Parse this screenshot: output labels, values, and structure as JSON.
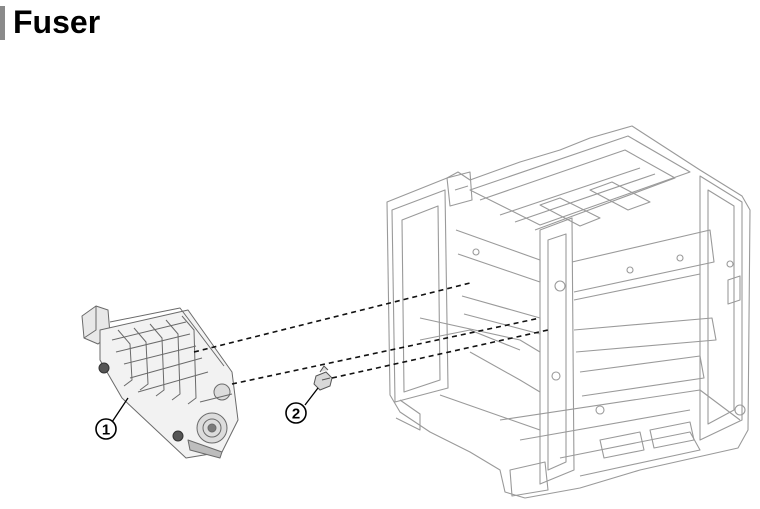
{
  "page": {
    "title": "Fuser",
    "title_bar_color": "#8a8a8a"
  },
  "diagram": {
    "callouts": [
      {
        "number": "1",
        "part": "fuser-unit"
      },
      {
        "number": "2",
        "part": "fuser-connector"
      }
    ],
    "line_color": "#000000",
    "frame_stroke_color": "#9a9a9a"
  }
}
